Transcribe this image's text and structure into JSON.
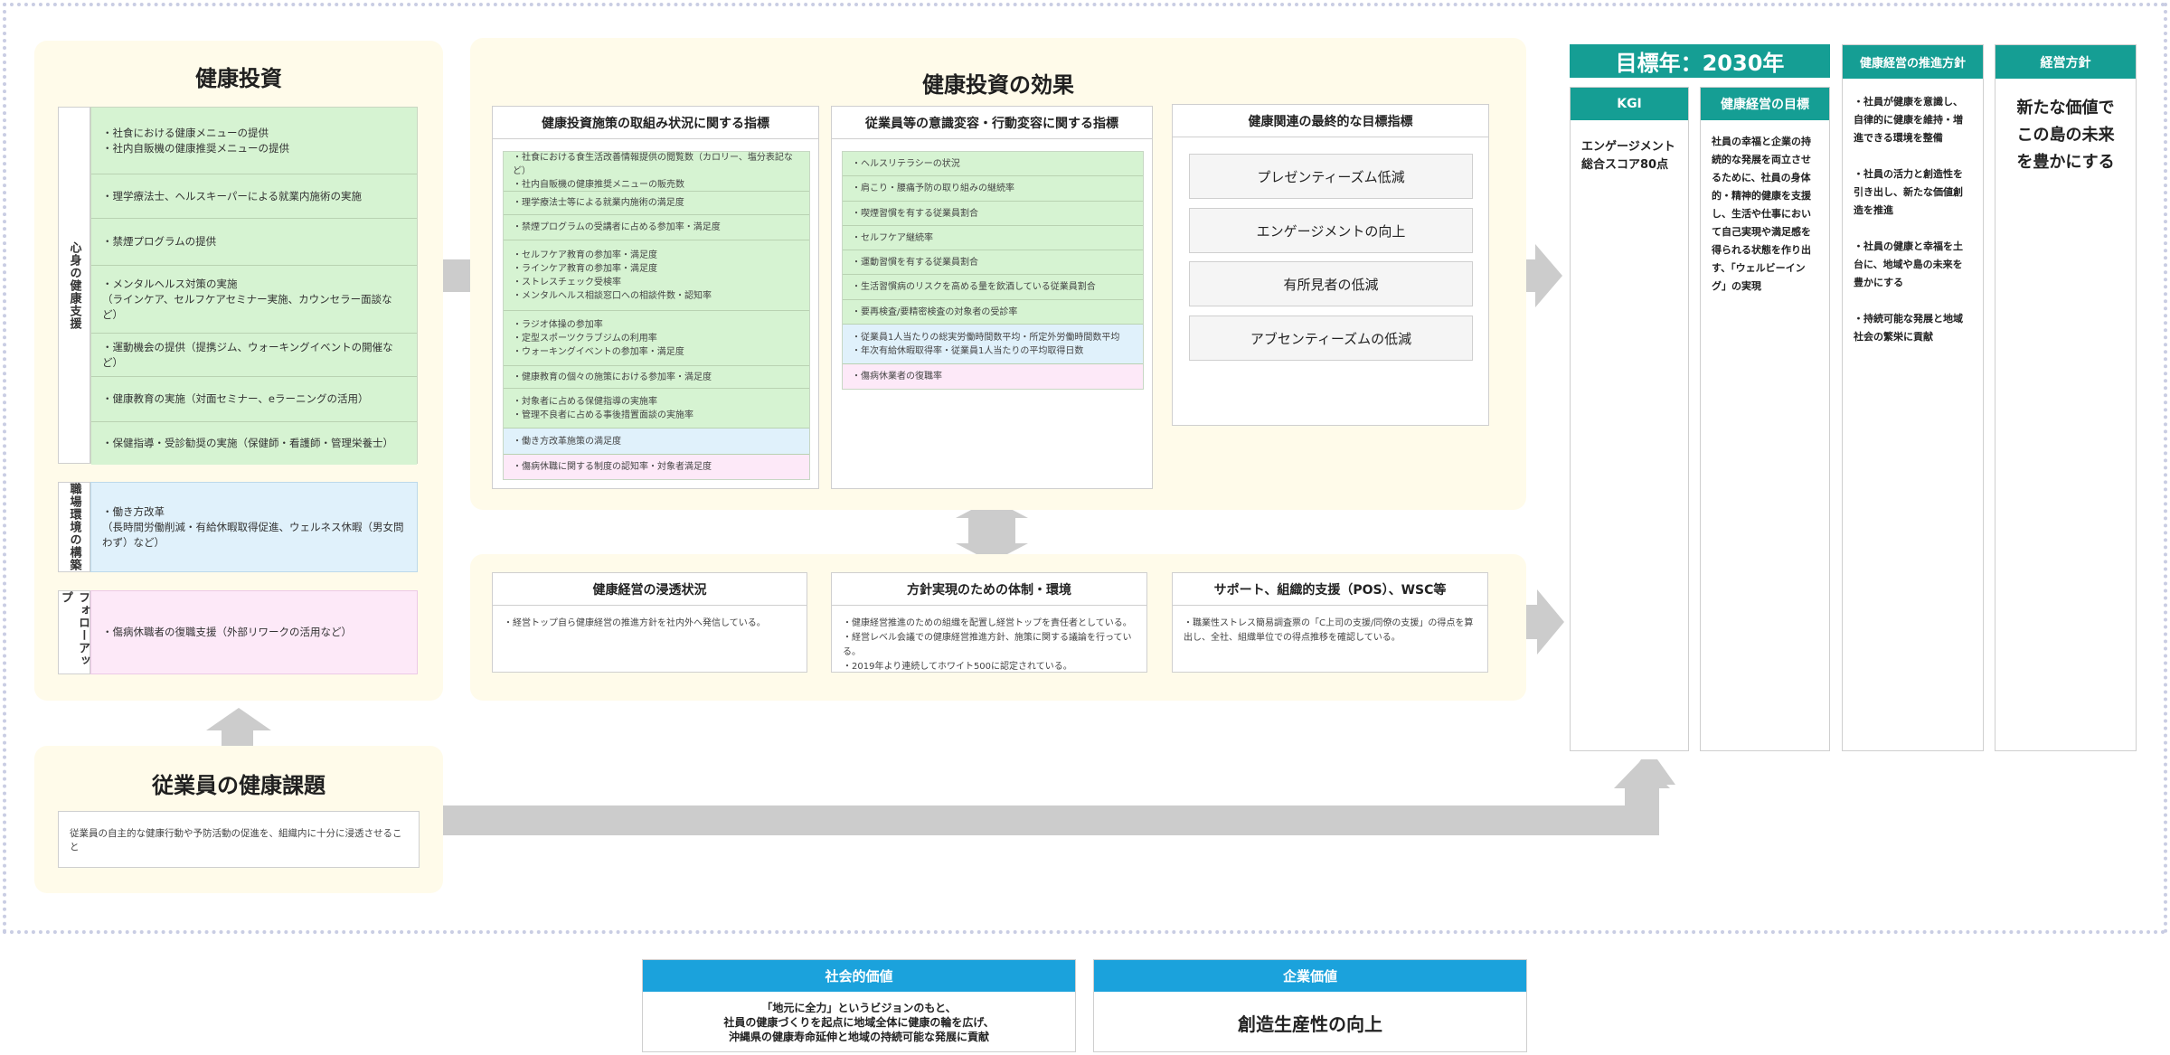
{
  "investment": {
    "title": "健康投資",
    "mindbody_label": "心身の健康支援",
    "mindbody_items": [
      "・社食における健康メニューの提供\n・社内自販機の健康推奨メニューの提供",
      "・理学療法士、ヘルスキーパーによる就業内施術の実施",
      "・禁煙プログラムの提供",
      "・メンタルヘルス対策の実施\n（ラインケア、セルフケアセミナー実施、カウンセラー面談など）",
      "・運動機会の提供（提携ジム、ウォーキングイベントの開催など）",
      "・健康教育の実施（対面セミナー、eラーニングの活用）",
      "・保健指導・受診勧奨の実施（保健師・看護師・管理栄養士）"
    ],
    "workplace_label": "職場環境の構築",
    "workplace_item": "・働き方改革\n（長時間労働削減・有給休暇取得促進、ウェルネス休暇（男女問わず）など）",
    "followup_label": "フォローアップ",
    "followup_item": "・傷病休職者の復職支援（外部リワークの活用など）"
  },
  "employee_issue": {
    "title": "従業員の健康課題",
    "text": "従業員の自主的な健康行動や予防活動の促進を、組織内に十分に浸透させること"
  },
  "effect": {
    "title": "健康投資の効果",
    "col1": {
      "header": "健康投資施策の取組み状況に関する指標",
      "items": [
        "・社食における食生活改善情報提供の閲覧数（カロリー、塩分表記など）\n・社内自販機の健康推奨メニューの販売数",
        "・理学療法士等による就業内施術の満足度",
        "・禁煙プログラムの受講者に占める参加率・満足度",
        "・セルフケア教育の参加率・満足度\n・ラインケア教育の参加率・満足度\n・ストレスチェック受検率\n・メンタルヘルス相談窓口への相談件数・認知率",
        "・ラジオ体操の参加率\n・定型スポーツクラブジムの利用率\n・ウォーキングイベントの参加率・満足度",
        "・健康教育の個々の施策における参加率・満足度",
        "・対象者に占める保健指導の実施率\n・管理不良者に占める事後措置面談の実施率",
        "・働き方改革施策の満足度",
        "・傷病休職に関する制度の認知率・対象者満足度"
      ]
    },
    "col2": {
      "header": "従業員等の意識変容・行動変容に関する指標",
      "items": [
        "・ヘルスリテラシーの状況",
        "・肩こり・腰痛予防の取り組みの継続率",
        "・喫煙習慣を有する従業員割合",
        "・セルフケア継続率",
        "・運動習慣を有する従業員割合",
        "・生活習慣病のリスクを高める量を飲酒している従業員割合",
        "・要再検査/要精密検査の対象者の受診率",
        "・従業員1人当たりの総実労働時間数平均・所定外労働時間数平均\n・年次有給休暇取得率・従業員1人当たりの平均取得日数",
        "・傷病休業者の復職率"
      ]
    },
    "col3": {
      "header": "健康関連の最終的な目標指標",
      "goals": [
        "プレゼンティーズム低減",
        "エンゲージメントの向上",
        "有所見者の低減",
        "アブセンティーズムの低減"
      ]
    }
  },
  "management": {
    "col1": {
      "header": "健康経営の浸透状況",
      "text": "・経営トップ自ら健康経営の推進方針を社内外へ発信している。"
    },
    "col2": {
      "header": "方針実現のための体制・環境",
      "text": "・健康経営推進のための組織を配置し経営トップを責任者としている。\n・経営レベル会議での健康経営推進方針、施策に関する議論を行っている。\n・2019年より連続してホワイト500に認定されている。"
    },
    "col3": {
      "header": "サポート、組織的支援（POS）、WSC等",
      "text": "・職業性ストレス簡易調査票の「C上司の支援/同僚の支援」の得点を算出し、全社、組織単位での得点推移を確認している。"
    }
  },
  "target": {
    "year": "目標年：2030年",
    "kgi_header": "KGI",
    "kgi_text": "エンゲージメント\n総合スコア80点",
    "goal_header": "健康経営の目標",
    "goal_text": "社員の幸福と企業の持続的な発展を両立させるために、社員の身体的・精神的健康を支援し、生活や仕事において自己実現や満足感を得られる状態を作り出す、「ウェルビーイング」の実現",
    "policy_header": "健康経営の推進方針",
    "policy_text": "・社員が健康を意識し、自律的に健康を維持・増進できる環境を整備\n\n・社員の活力と創造性を引き出し、新たな価値創造を推進\n\n・社員の健康と幸福を土台に、地域や島の未来を豊かにする\n\n・持続可能な発展と地域社会の繁栄に貢献",
    "mgmt_header": "経営方針",
    "mgmt_text": "新たな価値で\nこの島の未来\nを豊かにする"
  },
  "values": {
    "social_header": "社会的価値",
    "social_text": "「地元に全力」というビジョンのもと、\n社員の健康づくりを起点に地域全体に健康の輪を広げ、\n沖縄県の健康寿命延伸と地域の持続可能な発展に貢献",
    "corp_header": "企業価値",
    "corp_text": "創造生産性の向上"
  },
  "colors": {
    "teal": "#159e94",
    "blue": "#1ba2dc",
    "green_cell": "#d6f3d2",
    "blue_cell": "#e0f1fb",
    "pink_cell": "#fde9f8",
    "panel": "#fffbea",
    "arrow": "#cccccc"
  }
}
